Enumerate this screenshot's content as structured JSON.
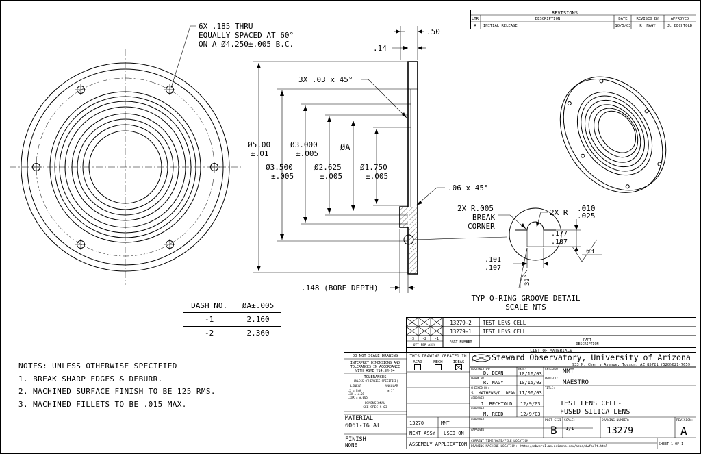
{
  "revisions": {
    "title": "REVISIONS",
    "headers": [
      "LTR",
      "DESCRIPTION",
      "DATE",
      "REVISED BY",
      "APPROVED"
    ],
    "rows": [
      [
        "A",
        "INITIAL RELEASE",
        "10/5/03",
        "R. NAGY",
        "J. BECHTOLD"
      ]
    ]
  },
  "front_view": {
    "hole_note": [
      "6X .185 THRU",
      "EQUALLY SPACED AT 60°",
      "ON A Ø4.250±.005 B.C."
    ]
  },
  "section_view": {
    "dim_50": ".50",
    "dim_14": ".14",
    "chamfer_top": "3X .03 x 45°",
    "dia_500": [
      "Ø5.00",
      "±.01"
    ],
    "dia_3000": [
      "Ø3.000",
      "±.005"
    ],
    "dia_a": "ØA",
    "dia_3500": [
      "Ø3.500",
      "±.005"
    ],
    "dia_2625": [
      "Ø2.625",
      "±.005"
    ],
    "dia_1750": [
      "Ø1.750",
      "±.005"
    ],
    "chamfer_bottom": ".06 x 45°",
    "bore_depth": ".148 (BORE DEPTH)"
  },
  "groove_detail": {
    "break_corner": [
      "2X R.005",
      "BREAK",
      "CORNER"
    ],
    "radius_label": "2X R",
    "radius_values": [
      ".010",
      ".025"
    ],
    "depth_values": [
      ".177",
      ".187"
    ],
    "width_values": [
      ".101",
      ".107"
    ],
    "angle": "32°",
    "finish": "63",
    "caption": [
      "TYP O-RING GROOVE DETAIL",
      "SCALE NTS"
    ]
  },
  "dash_table": {
    "headers": [
      "DASH NO.",
      "ØA±.005"
    ],
    "rows": [
      [
        "-1",
        "2.160"
      ],
      [
        "-2",
        "2.360"
      ]
    ]
  },
  "notes": {
    "heading": "NOTES: UNLESS OTHERWISE SPECIFIED",
    "items": [
      "1. BREAK SHARP EDGES & DEBURR.",
      "2. MACHINED SURFACE FINISH TO BE 125 RMS.",
      "3. MACHINED FILLETS TO BE .015 MAX."
    ]
  },
  "parts_list": {
    "rows": [
      {
        "part_number": "13279-2",
        "description": "TEST LENS CELL"
      },
      {
        "part_number": "13279-1",
        "description": "TEST LENS CELL"
      }
    ],
    "dash_cols": [
      "-3",
      "-2",
      "-1"
    ],
    "qty_label": "QTY PER ASSY",
    "part_number_label": "PART NUMBER",
    "part_label": "PART",
    "description_label": "DESCRIPTION",
    "list_title": "LIST OF MATERIALS"
  },
  "title_block": {
    "do_not_scale": "DO NOT SCALE DRAWING",
    "interpret": [
      "INTERPRET DIMENSIONS AND",
      "TOLERANCES IN ACCORDANCE",
      "WITH ASME Y14.5M-94"
    ],
    "tolerances_title": "TOLERANCES",
    "tolerances_sub": "(UNLESS OTHERWISE SPECIFIED)",
    "linear_label": "LINEAR",
    "angular_label": "ANGULAR",
    "tol_x": ".X = N/A",
    "tol_xx": ".XX = ±.01",
    "tol_xxx": ".XXX = ±.005",
    "tol_ang": "± 1°",
    "dimensional": "DIMENSIONAL",
    "spec": "SEE SPEC S-03",
    "material_label": "MATERIAL",
    "material": "6061-T6 Al",
    "finish_label": "FINISH",
    "finish": "NONE",
    "created_in": "THIS DRAWING CREATED IN",
    "cad_options": [
      "ACAD",
      "MECH",
      "IDEAS"
    ],
    "org": "Steward Observatory, University of Arizona",
    "address": "933 N. Cherry Avenue, Tucson, AZ 85721 (520)621-7659",
    "designed_label": "DESIGNED BY:",
    "designed_by": "D. DEAN",
    "designed_date": "10/16/03",
    "date_label": "DATE:",
    "category_label": "CATEGORY:",
    "category": "MMT",
    "drawn_label": "DRAWN BY:",
    "drawn_by": "R. NAGY",
    "drawn_date": "10/15/03",
    "project_label": "PROJECT:",
    "project": "MAESTRO",
    "checked_label": "CHECKED BY:",
    "checked_by": "S. MATHEWS/D. DEAN",
    "checked_date": "11/06/03",
    "title_label": "TITLE:",
    "title": [
      "TEST LENS CELL-",
      "FUSED SILICA LENS"
    ],
    "approved1_label": "APPROVED:",
    "approved1_by": "J. BECHTOLD",
    "approved1_date": "12/9/03",
    "approved2_label": "APPROVED:",
    "approved2_by": "M. REED",
    "approved2_date": "12/9/03",
    "approved3_label": "APPROVED:",
    "approved4_label": "APPROVED:",
    "next_assy_part": "13270",
    "next_assy_used": "MMT",
    "next_assy_label": "NEXT ASSY",
    "used_on_label": "USED ON",
    "assembly_application": "ASSEMBLY APPLICATION",
    "plot_size_label": "PLOT SIZE",
    "plot_size": "B",
    "scale_label": "SCALE:",
    "scale": "1/1",
    "drawing_number_label": "DRAWING NUMBER:",
    "drawing_number": "13279",
    "revision_label": "REVISION:",
    "revision": "A",
    "current_time_label": "CURRENT TIME/DATE/FILE LOCATION",
    "machine_location_label": "DRAWING MACHINE LOCATION:",
    "machine_location": "http://abvsrc1.as.arizona.edu/acad/dwfault.html",
    "sheet": "SHEET 1 OF 1"
  }
}
